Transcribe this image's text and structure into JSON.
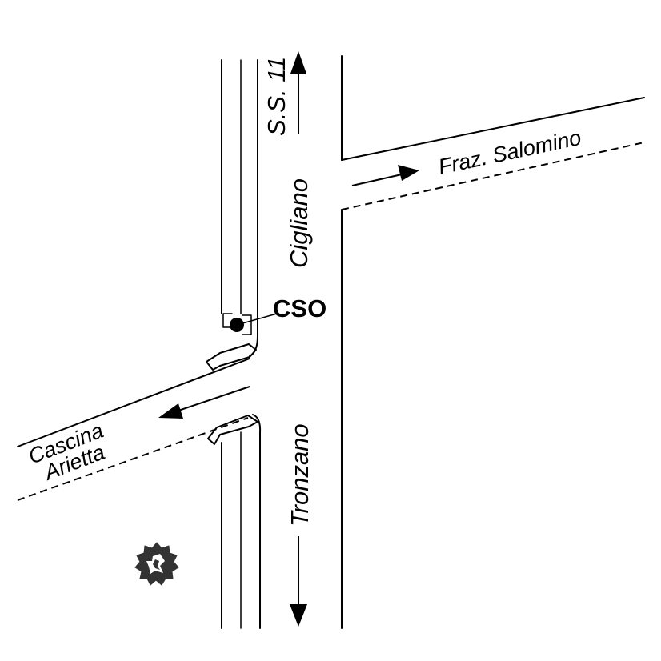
{
  "labels": {
    "highway": "S.S. 11",
    "north_town": "Cigliano",
    "south_town": "Tronzano",
    "east_place": "Fraz. Salomino",
    "west_place_line1": "Cascina",
    "west_place_line2": "Arietta",
    "site_marker": "CSO"
  },
  "colors": {
    "ink": "#000000",
    "landmark": "#333333",
    "background": "#ffffff"
  },
  "icons": {
    "site": "filled-circle-marker",
    "landmark": "tree-icon"
  }
}
